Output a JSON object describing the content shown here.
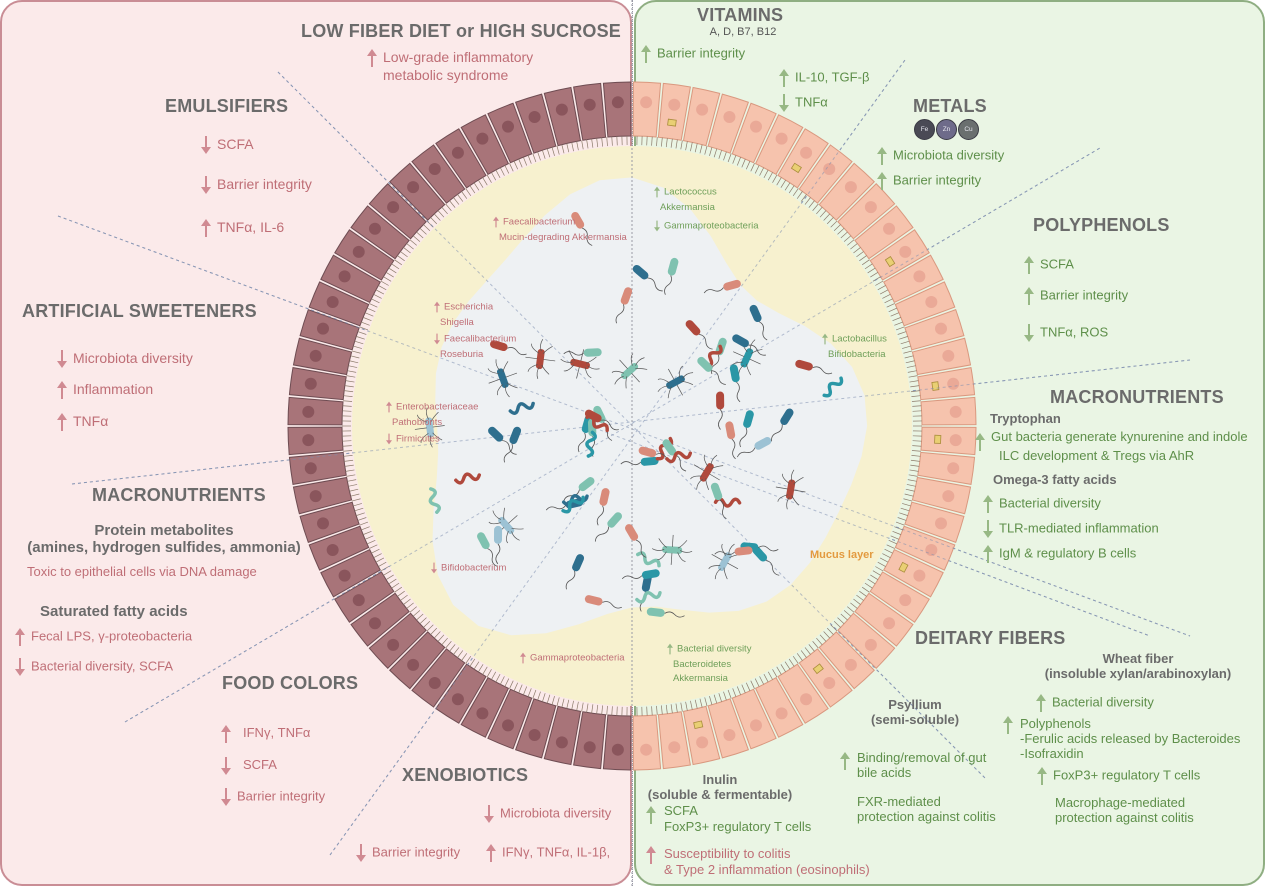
{
  "left_panel": {
    "theme_color": "#fbeaea",
    "low_fiber": {
      "title": "LOW FIBER DIET or HIGH SUCROSE",
      "effects": [
        {
          "dir": "up",
          "text": "Low-grade inflammatory"
        },
        {
          "dir": "",
          "text": "metabolic syndrome"
        }
      ]
    },
    "emulsifiers": {
      "title": "EMULSIFIERS",
      "effects": [
        {
          "dir": "down",
          "text": "SCFA"
        },
        {
          "dir": "down",
          "text": "Barrier integrity"
        },
        {
          "dir": "up",
          "text": "TNFα, IL-6"
        }
      ]
    },
    "artificial_sweeteners": {
      "title": "ARTIFICIAL SWEETENERS",
      "effects": [
        {
          "dir": "down",
          "text": "Microbiota diversity"
        },
        {
          "dir": "up",
          "text": "Inflammation"
        },
        {
          "dir": "up",
          "text": "TNFα"
        }
      ]
    },
    "macronutrients": {
      "title": "MACRONUTRIENTS",
      "protein_title": "Protein metabolites",
      "protein_subtitle": "(amines, hydrogen sulfides, ammonia)",
      "protein_effect": "Toxic to epithelial cells via DNA damage",
      "sfa_title": "Saturated fatty acids",
      "sfa_effects": [
        {
          "dir": "up",
          "text": "Fecal LPS, γ-proteobacteria"
        },
        {
          "dir": "down",
          "text": "Bacterial diversity, SCFA"
        }
      ]
    },
    "food_colors": {
      "title": "FOOD COLORS",
      "effects": [
        {
          "dir": "up",
          "text": "IFNγ, TNFα"
        },
        {
          "dir": "down",
          "text": "SCFA"
        },
        {
          "dir": "down",
          "text": "Barrier integrity"
        }
      ]
    },
    "xenobiotics": {
      "title": "XENOBIOTICS",
      "effects": [
        {
          "dir": "down",
          "text": "Microbiota diversity"
        },
        {
          "dir": "down",
          "text": "Barrier integrity"
        },
        {
          "dir": "up",
          "text": "IFNγ, TNFα, IL-1β,"
        }
      ]
    }
  },
  "right_panel": {
    "theme_color": "#eaf5e4",
    "vitamins": {
      "title": "VITAMINS",
      "subtitle": "A, D, B7, B12",
      "effects": [
        {
          "dir": "up",
          "text": "Barrier integrity"
        },
        {
          "dir": "up",
          "text": "IL-10, TGF-β"
        },
        {
          "dir": "down",
          "text": "TNFα"
        }
      ]
    },
    "metals": {
      "title": "METALS",
      "elements": [
        "Fe",
        "Zn",
        "Cu"
      ],
      "effects": [
        {
          "dir": "up",
          "text": "Microbiota diversity"
        },
        {
          "dir": "up",
          "text": "Barrier integrity"
        }
      ]
    },
    "polyphenols": {
      "title": "POLYPHENOLS",
      "effects": [
        {
          "dir": "up",
          "text": "SCFA"
        },
        {
          "dir": "up",
          "text": "Barrier integrity"
        },
        {
          "dir": "down",
          "text": "TNFα, ROS"
        }
      ]
    },
    "macronutrients": {
      "title": "MACRONUTRIENTS",
      "tryptophan_title": "Tryptophan",
      "tryptophan_effects": [
        "Gut bacteria generate kynurenine and indole",
        "ILC development & Tregs via AhR"
      ],
      "omega3_title": "Omega-3 fatty acids",
      "omega3_effects": [
        {
          "dir": "up",
          "text": "Bacterial diversity"
        },
        {
          "dir": "down",
          "text": "TLR-mediated inflammation"
        },
        {
          "dir": "up",
          "text": "IgM & regulatory B cells"
        }
      ]
    },
    "dietary_fibers": {
      "title": "DEITARY FIBERS",
      "inulin_title": "Inulin",
      "inulin_subtitle": "(soluble & fermentable)",
      "inulin_effects": [
        "SCFA",
        "FoxP3+ regulatory T cells"
      ],
      "inulin_negative": [
        "Susceptibility to colitis",
        "& Type 2 inflammation (eosinophils)"
      ],
      "psyllium_title": "Psyllium",
      "psyllium_subtitle": "(semi-soluble)",
      "psyllium_effects": [
        "Binding/removal of gut",
        "bile acids"
      ],
      "psyllium_note": [
        "FXR-mediated",
        "protection against colitis"
      ],
      "wheat_title": "Wheat fiber",
      "wheat_subtitle": "(insoluble xylan/arabinoxylan)",
      "wheat_effects": [
        {
          "dir": "up",
          "text": "Bacterial diversity"
        }
      ],
      "wheat_polyphenols": [
        "Polyphenols",
        "-Ferulic acids released by Bacteroides",
        "-Isofraxidin"
      ],
      "wheat_treg": "FoxP3+ regulatory T cells",
      "wheat_note": [
        "Macrophage-mediated",
        "protection against colitis"
      ]
    }
  },
  "gut_lumen": {
    "mucus_label": "Mucus layer",
    "left_labels": [
      {
        "lines": [
          {
            "dir": "up",
            "text": "Faecalibacterium"
          },
          {
            "dir": "",
            "text": "Mucin-degrading Akkermansia"
          }
        ]
      },
      {
        "lines": [
          {
            "dir": "up",
            "text": "Escherichia"
          },
          {
            "dir": "",
            "text": "Shigella"
          },
          {
            "dir": "down",
            "text": "Faecalibacterium"
          },
          {
            "dir": "",
            "text": "Roseburia"
          }
        ]
      },
      {
        "lines": [
          {
            "dir": "up",
            "text": "Enterobacteriaceae"
          },
          {
            "dir": "",
            "text": "Pathobionts"
          },
          {
            "dir": "down",
            "text": "Firmicutes"
          }
        ]
      },
      {
        "lines": [
          {
            "dir": "down",
            "text": "Bifidobacterium"
          }
        ]
      },
      {
        "lines": [
          {
            "dir": "up",
            "text": "Gammaproteobacteria"
          }
        ]
      }
    ],
    "right_labels": [
      {
        "lines": [
          {
            "dir": "up",
            "text": "Lactococcus"
          },
          {
            "dir": "",
            "text": "Akkermansia"
          },
          {
            "dir": "down",
            "text": "Gammaproteobacteria"
          }
        ]
      },
      {
        "lines": [
          {
            "dir": "up",
            "text": "Lactobacillus"
          },
          {
            "dir": "",
            "text": "Bifidobacteria"
          }
        ]
      },
      {
        "lines": [
          {
            "dir": "up",
            "text": "Bacterial diversity"
          },
          {
            "dir": "",
            "text": "Bacteroidetes"
          },
          {
            "dir": "",
            "text": "Akkermansia"
          }
        ]
      }
    ]
  },
  "colors": {
    "negative": "#bf6e76",
    "positive": "#5e8f4a",
    "left_epithelium": "#a87479",
    "right_epithelium": "#f6c3ad",
    "mucus": "#f7f1cf",
    "lumen": "#eef1f3"
  }
}
